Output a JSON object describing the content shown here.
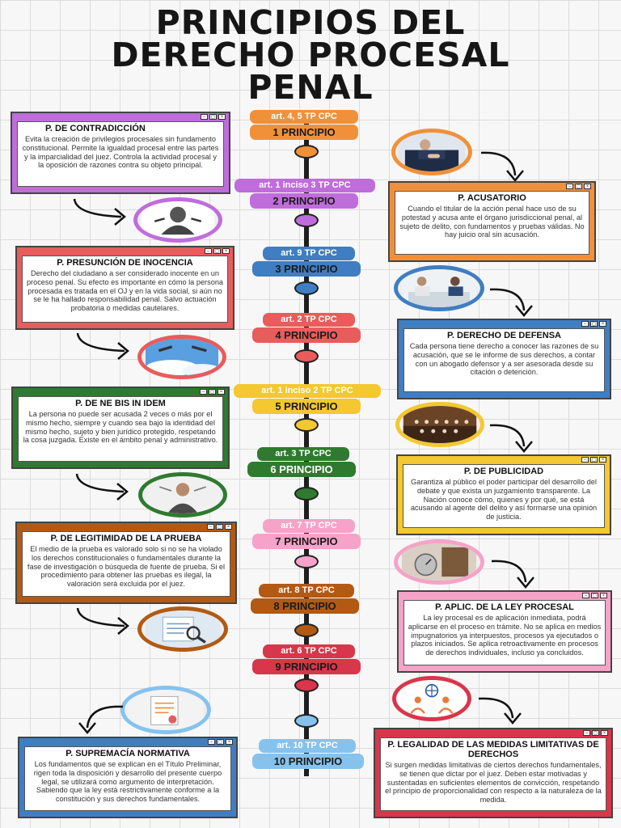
{
  "title": [
    "PRINCIPIOS DEL",
    "DERECHO PROCESAL",
    "PENAL"
  ],
  "colors": {
    "orange": "#f0913a",
    "purple": "#bf6ddb",
    "blue": "#3f7ec2",
    "red": "#e85c5c",
    "yellow": "#f3c830",
    "green": "#2f7a2f",
    "pink": "#f5a3c8",
    "brown": "#b25a14",
    "crimson": "#d8364a",
    "lightblue": "#86c2ee"
  },
  "steps": [
    {
      "art": "art. 4, 5 TP CPC",
      "principio": "1 PRINCIPIO",
      "heading": "P. DE  CONTRADICCIÓN",
      "text": "Evita la creación de privilegios procesales sin fundamento constitucional. Permite la igualdad procesal entre las partes y la imparcialidad del juez. Controla la actividad procesal y la oposición de razones contra su objeto principal."
    },
    {
      "art": "art. 1 inciso 3 TP CPC",
      "principio": "2 PRINCIPIO",
      "heading": "P. ACUSATORIO",
      "text": "Cuando el titular de la acción penal hace uso de su potestad y acusa ante el órgano jurisdiccional penal, al sujeto de delito, con fundamentos y pruebas válidas. No hay juicio oral sin acusación."
    },
    {
      "art": "art. 9 TP CPC",
      "principio": "3 PRINCIPIO",
      "heading": "P. PRESUNCIÓN DE INOCENCIA",
      "text": "Derecho del ciudadano a ser considerado inocente en un proceso penal. Su efecto es importante en cómo la persona procesada es tratada en el OJ y en la vida social, si aún no se le ha hallado responsabilidad penal. Salvo actuación probatoria o medidas cautelares."
    },
    {
      "art": "art. 2 TP CPC",
      "principio": "4 PRINCIPIO",
      "heading": "P.  DERECHO DE DEFENSA",
      "text": "Cada persona tiene derecho a conocer las razones de su acusación, que se le informe de sus derechos, a contar con un abogado defensor y a ser asesorada desde su citación o detención."
    },
    {
      "art": "art. 1 inciso 2 TP CPC",
      "principio": "5 PRINCIPIO",
      "heading": "P. DE NE BIS IN IDEM",
      "text": "La persona no puede ser acusada 2 veces o más por el mismo hecho, siempre y cuando sea bajo la identidad del mismo hecho, sujeto y bien jurídico protegido, respetando la cosa juzgada. Existe en el ámbito penal y administrativo."
    },
    {
      "art": "art. 3 TP CPC",
      "principio": "6 PRINCIPIO",
      "heading": "P. DE PUBLICIDAD",
      "text": "Garantiza al público el poder participar del desarrollo del debate y que exista un juzgamiento transparente. La Nación conoce cómo, quienes y por qué, se está acusando al agente del delito y así formarse una opinión de justicia."
    },
    {
      "art": "art. 7 TP CPC",
      "principio": "7 PRINCIPIO",
      "heading": "P. DE LEGITIMIDAD DE LA PRUEBA",
      "text": "El medio de la prueba es valorado solo si no se ha violado los derechos constitucionales o fundamentales durante la fase de investigación o búsqueda de fuente de prueba. Si el procedimiento para obtener las pruebas es ilegal, la valoración será excluida por el juez."
    },
    {
      "art": "art. 8 TP CPC",
      "principio": "8 PRINCIPIO",
      "heading": "P. APLIC. DE LA LEY PROCESAL",
      "text": "La ley procesal es de aplicación inmediata, podrá aplicarse en el proceso en trámite. No se aplica en medios impugnatorios ya interpuestos, procesos ya ejecutados o plazos iniciados. Se aplica retroactivamente en procesos de derechos individuales, incluso ya concluidos."
    },
    {
      "art": "art. 6 TP CPC",
      "principio": "9 PRINCIPIO",
      "heading": "P. LEGALIDAD DE LAS MEDIDAS LIMITATIVAS DE DERECHOS",
      "text": "Si surgen medidas limitativas de ciertos derechos fundamentales, se tienen que dictar por el juez. Deben estar motivadas y sustentadas en suficientes elementos de convicción, respetando el principio de proporcionalidad con respecto a la naturaleza de la medida."
    },
    {
      "art": "art. 10 TP CPC",
      "principio": "10 PRINCIPIO",
      "heading": "P. SUPREMACÍA NORMATIVA",
      "text": "Los fundamentos que se explican en el Título Preliminar, rigen toda la disposición y desarrollo del presente cuerpo legal, se utilizará como argumento de interpretación. Sabiendo que la ley está restrictivamente conforme a la constitución y sus derechos fundamentales."
    }
  ]
}
